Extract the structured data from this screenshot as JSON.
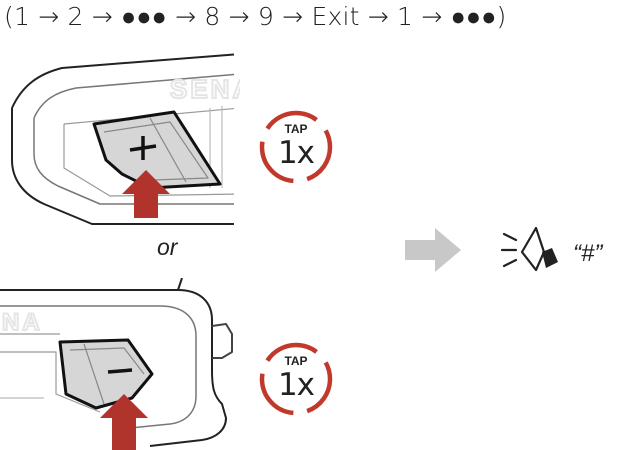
{
  "sequence_text": "(1 → 2 → ●●● → 8 → 9 → Exit → 1 → ●●●)",
  "top_step": {
    "button": "plus-button",
    "tap_word": "TAP",
    "tap_count": "1x"
  },
  "separator": "or",
  "bottom_step": {
    "button": "minus-button",
    "tap_word": "TAP",
    "tap_count": "1x"
  },
  "device_brand": "SENA",
  "result": {
    "voice_prompt": "“#”"
  },
  "colors": {
    "arrow_red": "#b0342c",
    "tap_ring_red": "#c0392b",
    "tap_ring_gray": "#bdbdbd",
    "result_arrow": "#c8c8c8",
    "outline": "#222222"
  },
  "icons": [
    "red-press-arrow",
    "tap-circle",
    "gray-right-arrow",
    "speaker-icon"
  ]
}
